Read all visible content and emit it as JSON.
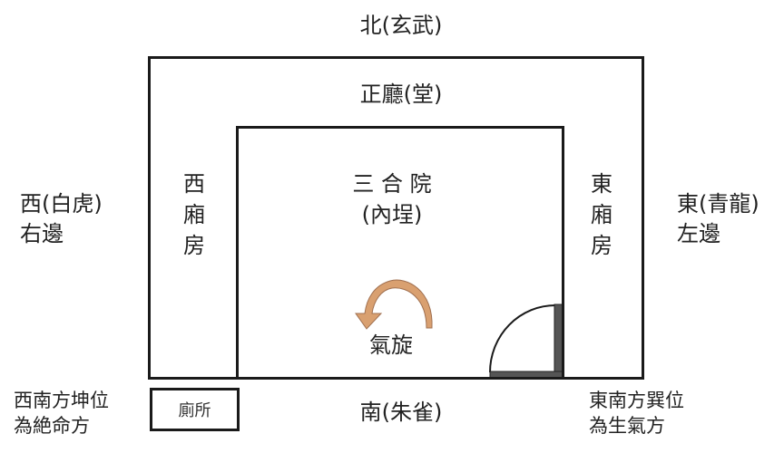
{
  "directions": {
    "north": "北(玄武)",
    "south": "南(朱雀)",
    "west": {
      "line1": "西(白虎)",
      "line2": "右邊"
    },
    "east": {
      "line1": "東(青龍)",
      "line2": "左邊"
    }
  },
  "rooms": {
    "main_hall": "正廳(堂)",
    "west_wing": [
      "西",
      "廂",
      "房"
    ],
    "east_wing": [
      "東",
      "廂",
      "房"
    ],
    "courtyard": {
      "line1": "三 合 院",
      "line2": "(內埕)"
    },
    "toilet": "廁所"
  },
  "annotations": {
    "qi_flow": "氣旋",
    "southwest": {
      "line1": "西南方坤位",
      "line2": "為絶命方"
    },
    "southeast": {
      "line1": "東南方巽位",
      "line2": "為生氣方"
    }
  },
  "colors": {
    "line": "#1a1a1a",
    "arrow_fill": "#e8a070",
    "arrow_tail": "#c49a6c",
    "door_bar": "#555555"
  }
}
